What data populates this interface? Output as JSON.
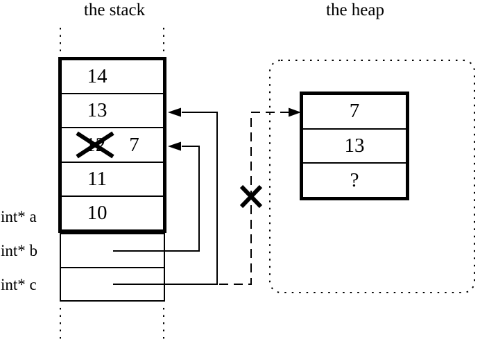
{
  "titles": {
    "stack": "the stack",
    "heap": "the heap"
  },
  "stack": {
    "cells": [
      {
        "value": "14"
      },
      {
        "value": "13"
      },
      {
        "value": "12",
        "crossed_out": true,
        "replacement": "7"
      },
      {
        "value": "11"
      },
      {
        "value": "10"
      }
    ]
  },
  "pointer_labels": {
    "a": "int* a",
    "b": "int* b",
    "c": "int* c"
  },
  "heap": {
    "cells": [
      {
        "value": "7"
      },
      {
        "value": "13"
      },
      {
        "value": "?"
      }
    ]
  },
  "annotations": {
    "stack_value_overwritten": true,
    "heap_pointer_invalidated": true
  },
  "colors": {
    "ink": "#000000",
    "background": "#ffffff"
  }
}
